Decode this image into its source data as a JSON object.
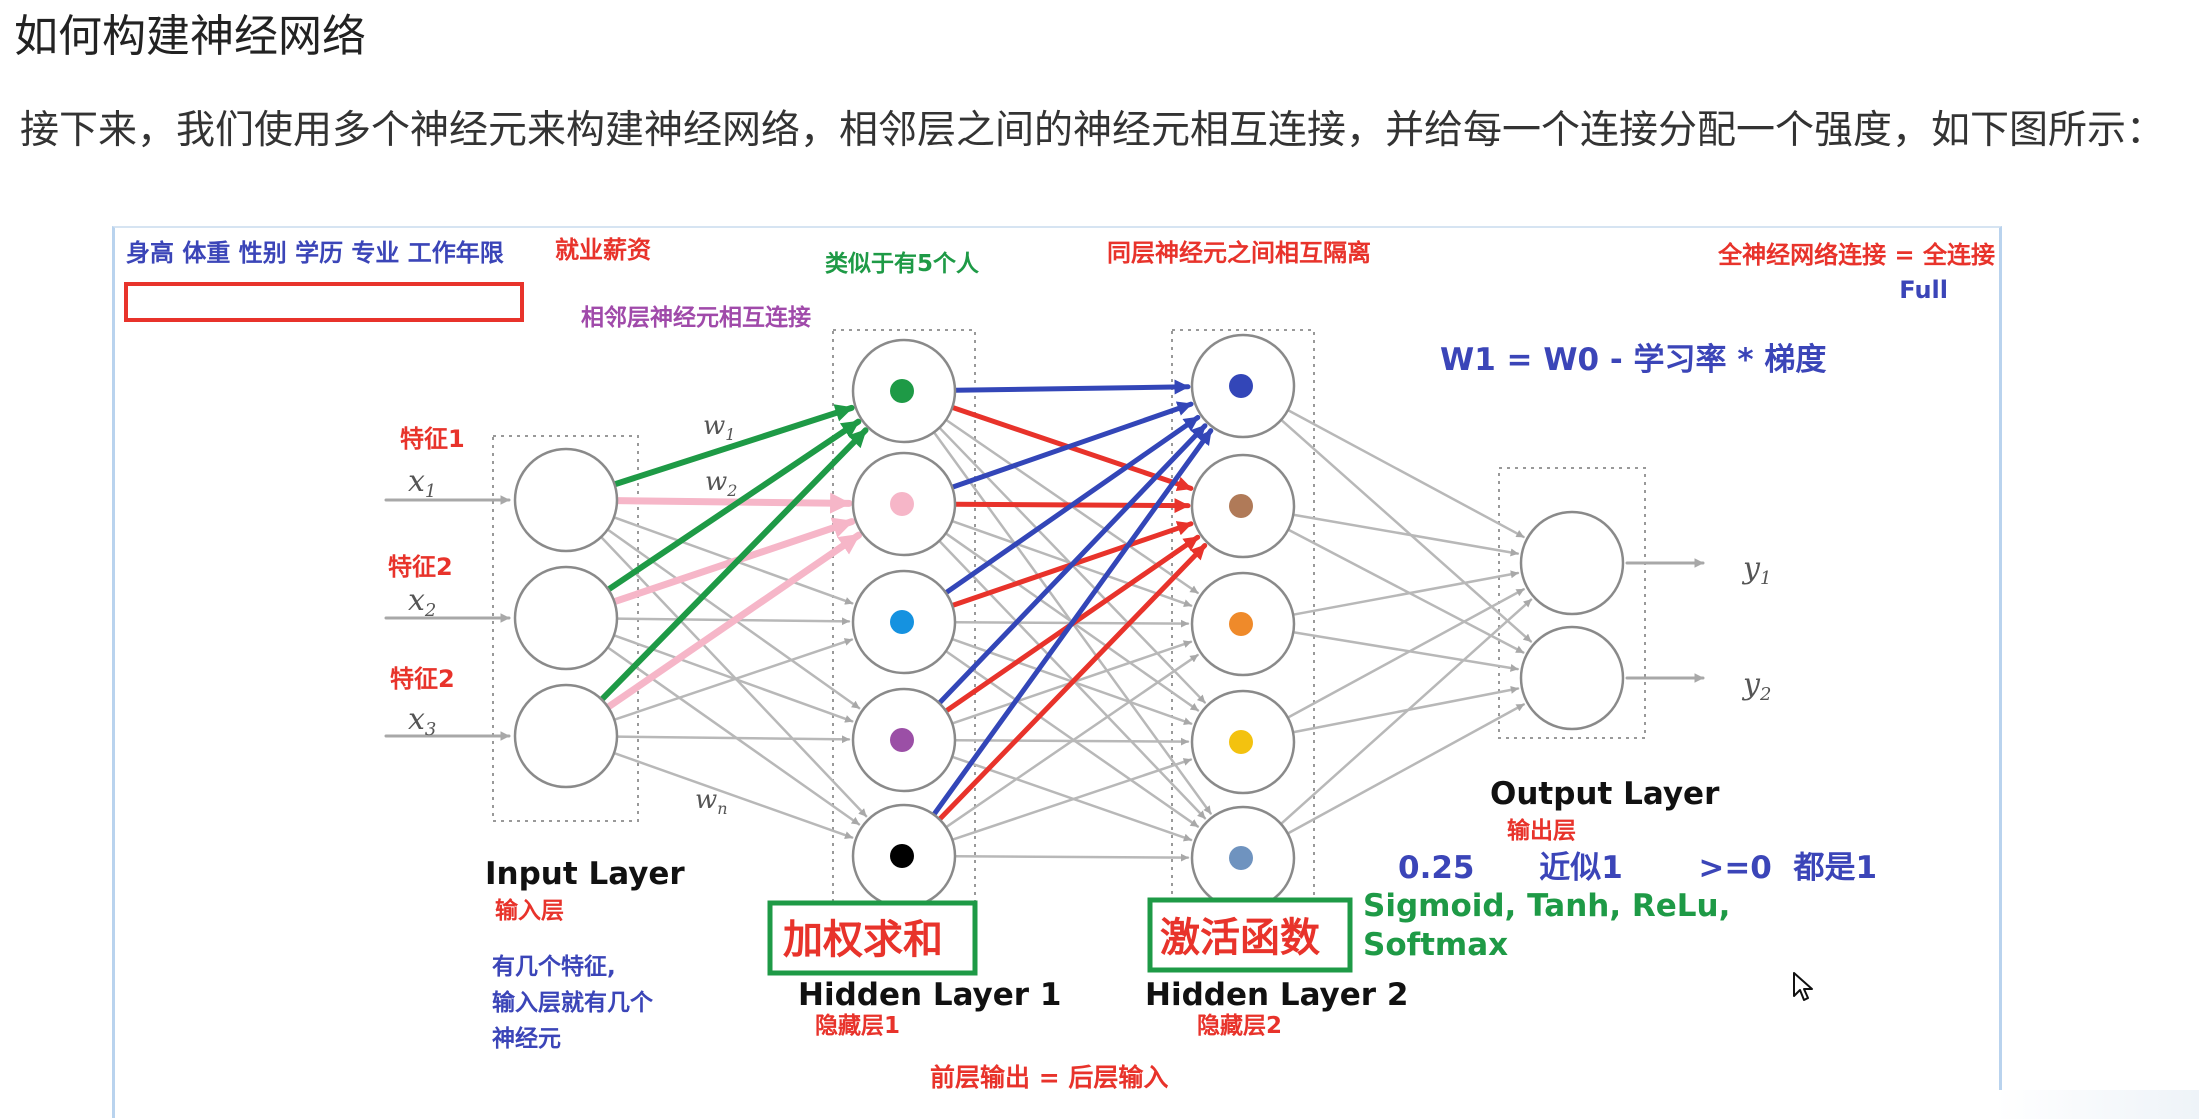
{
  "page": {
    "title": "如何构建神经网络",
    "paragraph": "接下来，我们使用多个神经元来构建神经网络，相邻层之间的神经元相互连接，并给每一个连接分配一个强度，如下图所示："
  },
  "diagram": {
    "features_header": "身高 体重 性别 学历 专业 工作年限",
    "salary_label": "就业薪资",
    "five_people_note": "类似于有5个人",
    "same_layer_note": "同层神经元之间相互隔离",
    "full_connection_note": "全神经网络连接 = 全连接",
    "full_label": "Full",
    "adjacent_note": "相邻层神经元相互连接",
    "update_formula": "W1 = W0 - 学习率 * 梯度",
    "inputs": [
      {
        "feature": "特征1",
        "var": "x",
        "sub": "1"
      },
      {
        "feature": "特征2",
        "var": "x",
        "sub": "2"
      },
      {
        "feature": "特征2",
        "var": "x",
        "sub": "3"
      }
    ],
    "weights": [
      {
        "var": "w",
        "sub": "1"
      },
      {
        "var": "w",
        "sub": "2"
      },
      {
        "var": "w",
        "sub": "n"
      }
    ],
    "outputs": [
      {
        "var": "y",
        "sub": "1"
      },
      {
        "var": "y",
        "sub": "2"
      }
    ],
    "layers": {
      "input": {
        "name": "Input Layer",
        "cn": "输入层"
      },
      "hidden1": {
        "name": "Hidden Layer 1",
        "cn": "隐藏层1",
        "boxed": "加权求和"
      },
      "hidden2": {
        "name": "Hidden Layer 2",
        "cn": "隐藏层2",
        "boxed": "激活函数"
      },
      "output": {
        "name": "Output Layer",
        "cn": "输出层"
      }
    },
    "input_note_lines": [
      "有几个特征,",
      "输入层就有几个",
      "神经元"
    ],
    "activation_values": "0.25      近似1       >=0  都是1",
    "activation_functions": [
      "Sigmoid, Tanh, ReLu,",
      "Softmax"
    ],
    "bottom_note": "前层输出 = 后层输入",
    "hidden1_dot_colors": [
      "#1e9a46",
      "#f6b6c8",
      "#1592e0",
      "#9b4fa6",
      "#000000"
    ],
    "hidden2_dot_colors": [
      "#3346b8",
      "#b07a58",
      "#ef8a2a",
      "#f3c20f",
      "#6f93bf"
    ],
    "colors": {
      "red": "#e8332b",
      "blue": "#3b45b8",
      "green": "#1e9a46",
      "purple": "#a04aaa",
      "pink": "#f6b6c8"
    }
  }
}
